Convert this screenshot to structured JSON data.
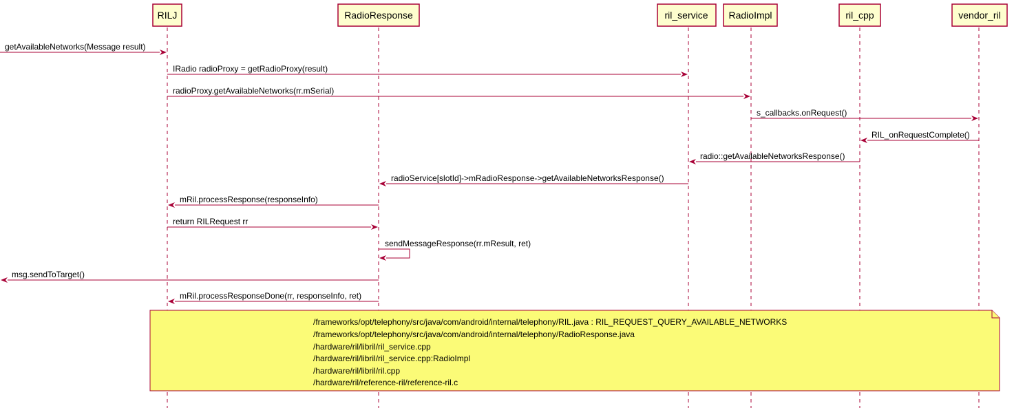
{
  "diagram": {
    "participants": [
      {
        "id": "rilj",
        "name": "RILJ"
      },
      {
        "id": "radioresponse",
        "name": "RadioResponse"
      },
      {
        "id": "ril_service",
        "name": "ril_service"
      },
      {
        "id": "radioimpl",
        "name": "RadioImpl"
      },
      {
        "id": "ril_cpp",
        "name": "ril_cpp"
      },
      {
        "id": "vendor_ril",
        "name": "vendor_ril"
      }
    ],
    "messages": [
      {
        "from": "left-edge",
        "to": "rilj",
        "text": "getAvailableNetworks(Message result)"
      },
      {
        "from": "rilj",
        "to": "ril_service",
        "text": "IRadio radioProxy = getRadioProxy(result)"
      },
      {
        "from": "rilj",
        "to": "radioimpl",
        "text": "radioProxy.getAvailableNetworks(rr.mSerial)"
      },
      {
        "from": "radioimpl",
        "to": "vendor_ril",
        "text": "s_callbacks.onRequest()"
      },
      {
        "from": "vendor_ril",
        "to": "ril_cpp",
        "text": "RIL_onRequestComplete()"
      },
      {
        "from": "ril_cpp",
        "to": "ril_service",
        "text": "radio::getAvailableNetworksResponse()"
      },
      {
        "from": "ril_service",
        "to": "radioresponse",
        "text": "radioService[slotId]->mRadioResponse->getAvailableNetworksResponse()"
      },
      {
        "from": "radioresponse",
        "to": "rilj",
        "text": "mRil.processResponse(responseInfo)"
      },
      {
        "from": "rilj",
        "to": "radioresponse",
        "text": "return RILRequest rr"
      },
      {
        "from": "radioresponse",
        "to": "radioresponse",
        "text": "sendMessageResponse(rr.mResult, ret)"
      },
      {
        "from": "radioresponse",
        "to": "left-edge",
        "text": "msg.sendToTarget()"
      },
      {
        "from": "radioresponse",
        "to": "rilj",
        "text": "mRil.processResponseDone(rr, responseInfo, ret)"
      }
    ],
    "note": {
      "lines": [
        "/frameworks/opt/telephony/src/java/com/android/internal/telephony/RIL.java : RIL_REQUEST_QUERY_AVAILABLE_NETWORKS",
        "/frameworks/opt/telephony/src/java/com/android/internal/telephony/RadioResponse.java",
        "/hardware/ril/libril/ril_service.cpp",
        "/hardware/ril/libril/ril_service.cpp:RadioImpl",
        "/hardware/ril/libril/ril.cpp",
        "/hardware/ril/reference-ril/reference-ril.c"
      ]
    },
    "colors": {
      "line": "#A80036",
      "participant_fill": "#FEFECE",
      "note_fill": "#FBFB77"
    }
  }
}
